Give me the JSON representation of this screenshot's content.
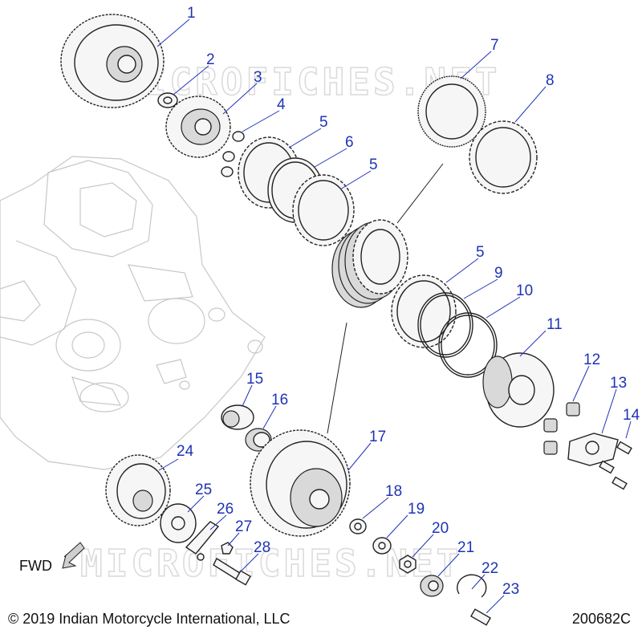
{
  "callouts": [
    {
      "label": "1"
    },
    {
      "label": "2"
    },
    {
      "label": "3"
    },
    {
      "label": "4"
    },
    {
      "label": "5"
    },
    {
      "label": "6"
    },
    {
      "label": "5"
    },
    {
      "label": "7"
    },
    {
      "label": "8"
    },
    {
      "label": "5"
    },
    {
      "label": "9"
    },
    {
      "label": "10"
    },
    {
      "label": "11"
    },
    {
      "label": "12"
    },
    {
      "label": "13"
    },
    {
      "label": "14"
    },
    {
      "label": "15"
    },
    {
      "label": "16"
    },
    {
      "label": "17"
    },
    {
      "label": "18"
    },
    {
      "label": "19"
    },
    {
      "label": "20"
    },
    {
      "label": "21"
    },
    {
      "label": "22"
    },
    {
      "label": "23"
    },
    {
      "label": "24"
    },
    {
      "label": "25"
    },
    {
      "label": "26"
    },
    {
      "label": "27"
    },
    {
      "label": "28"
    }
  ],
  "fwd_label": "FWD",
  "copyright": "© 2019 Indian Motorcycle International, LLC",
  "drawing_number": "200682C",
  "watermark": "MICROFICHES.NET",
  "colors": {
    "callout": "#1f33b5",
    "line": "#222222",
    "watermark": "#dadada"
  }
}
